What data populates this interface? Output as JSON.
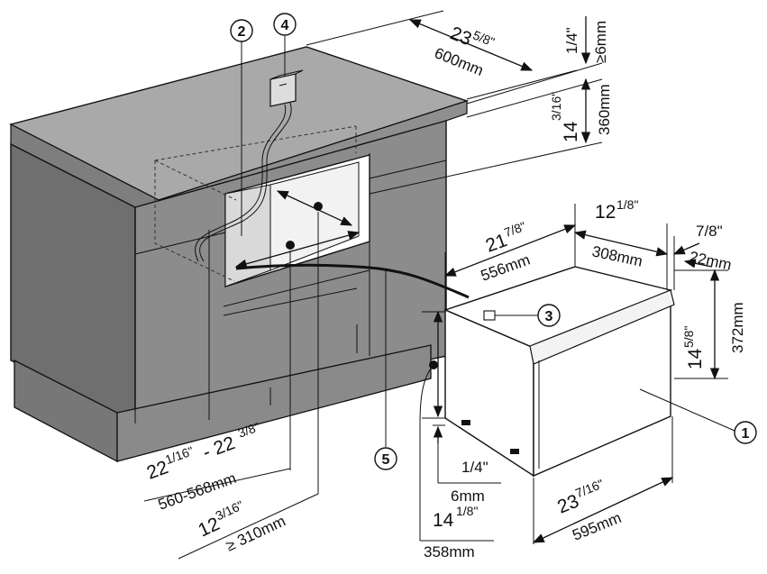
{
  "callouts": [
    "1",
    "2",
    "3",
    "4",
    "5"
  ],
  "dimensions": {
    "depth_cabinet": {
      "whole": "23",
      "frac": "5/8\"",
      "metric": "600mm"
    },
    "top_gap": {
      "imperial": "1/4\"",
      "metric": "≥6mm"
    },
    "niche_height": {
      "whole": "14",
      "frac": "3/16\"",
      "metric": "360mm"
    },
    "appliance_depth": {
      "whole": "21",
      "frac": "7/8\"",
      "metric": "556mm"
    },
    "appliance_width_top": {
      "whole": "12",
      "frac": "1/8\"",
      "metric": "308mm"
    },
    "front_offset": {
      "imperial": "7/8\"",
      "metric": "22mm"
    },
    "front_height": {
      "whole": "14",
      "frac": "5/8\"",
      "metric": "372mm"
    },
    "niche_width": {
      "whole": "22",
      "frac1": "1/16\"",
      "dash": "- 22",
      "frac2": "3/8\"",
      "metric": "560-568mm"
    },
    "niche_depth": {
      "whole": "12",
      "frac": "3/16\"",
      "metric": "≥ 310mm"
    },
    "feet_height": {
      "imperial": "1/4\"",
      "metric": "6mm"
    },
    "appliance_height": {
      "whole": "14",
      "frac": "1/8\"",
      "metric": "358mm"
    },
    "appliance_width": {
      "whole": "23",
      "frac": "7/16\"",
      "metric": "595mm"
    }
  },
  "colors": {
    "cabinet_front": "#8c8c8c",
    "cabinet_side": "#6e6e6e",
    "cabinet_top": "#a8a8a8",
    "appliance": "#ffffff",
    "line": "#111111"
  }
}
